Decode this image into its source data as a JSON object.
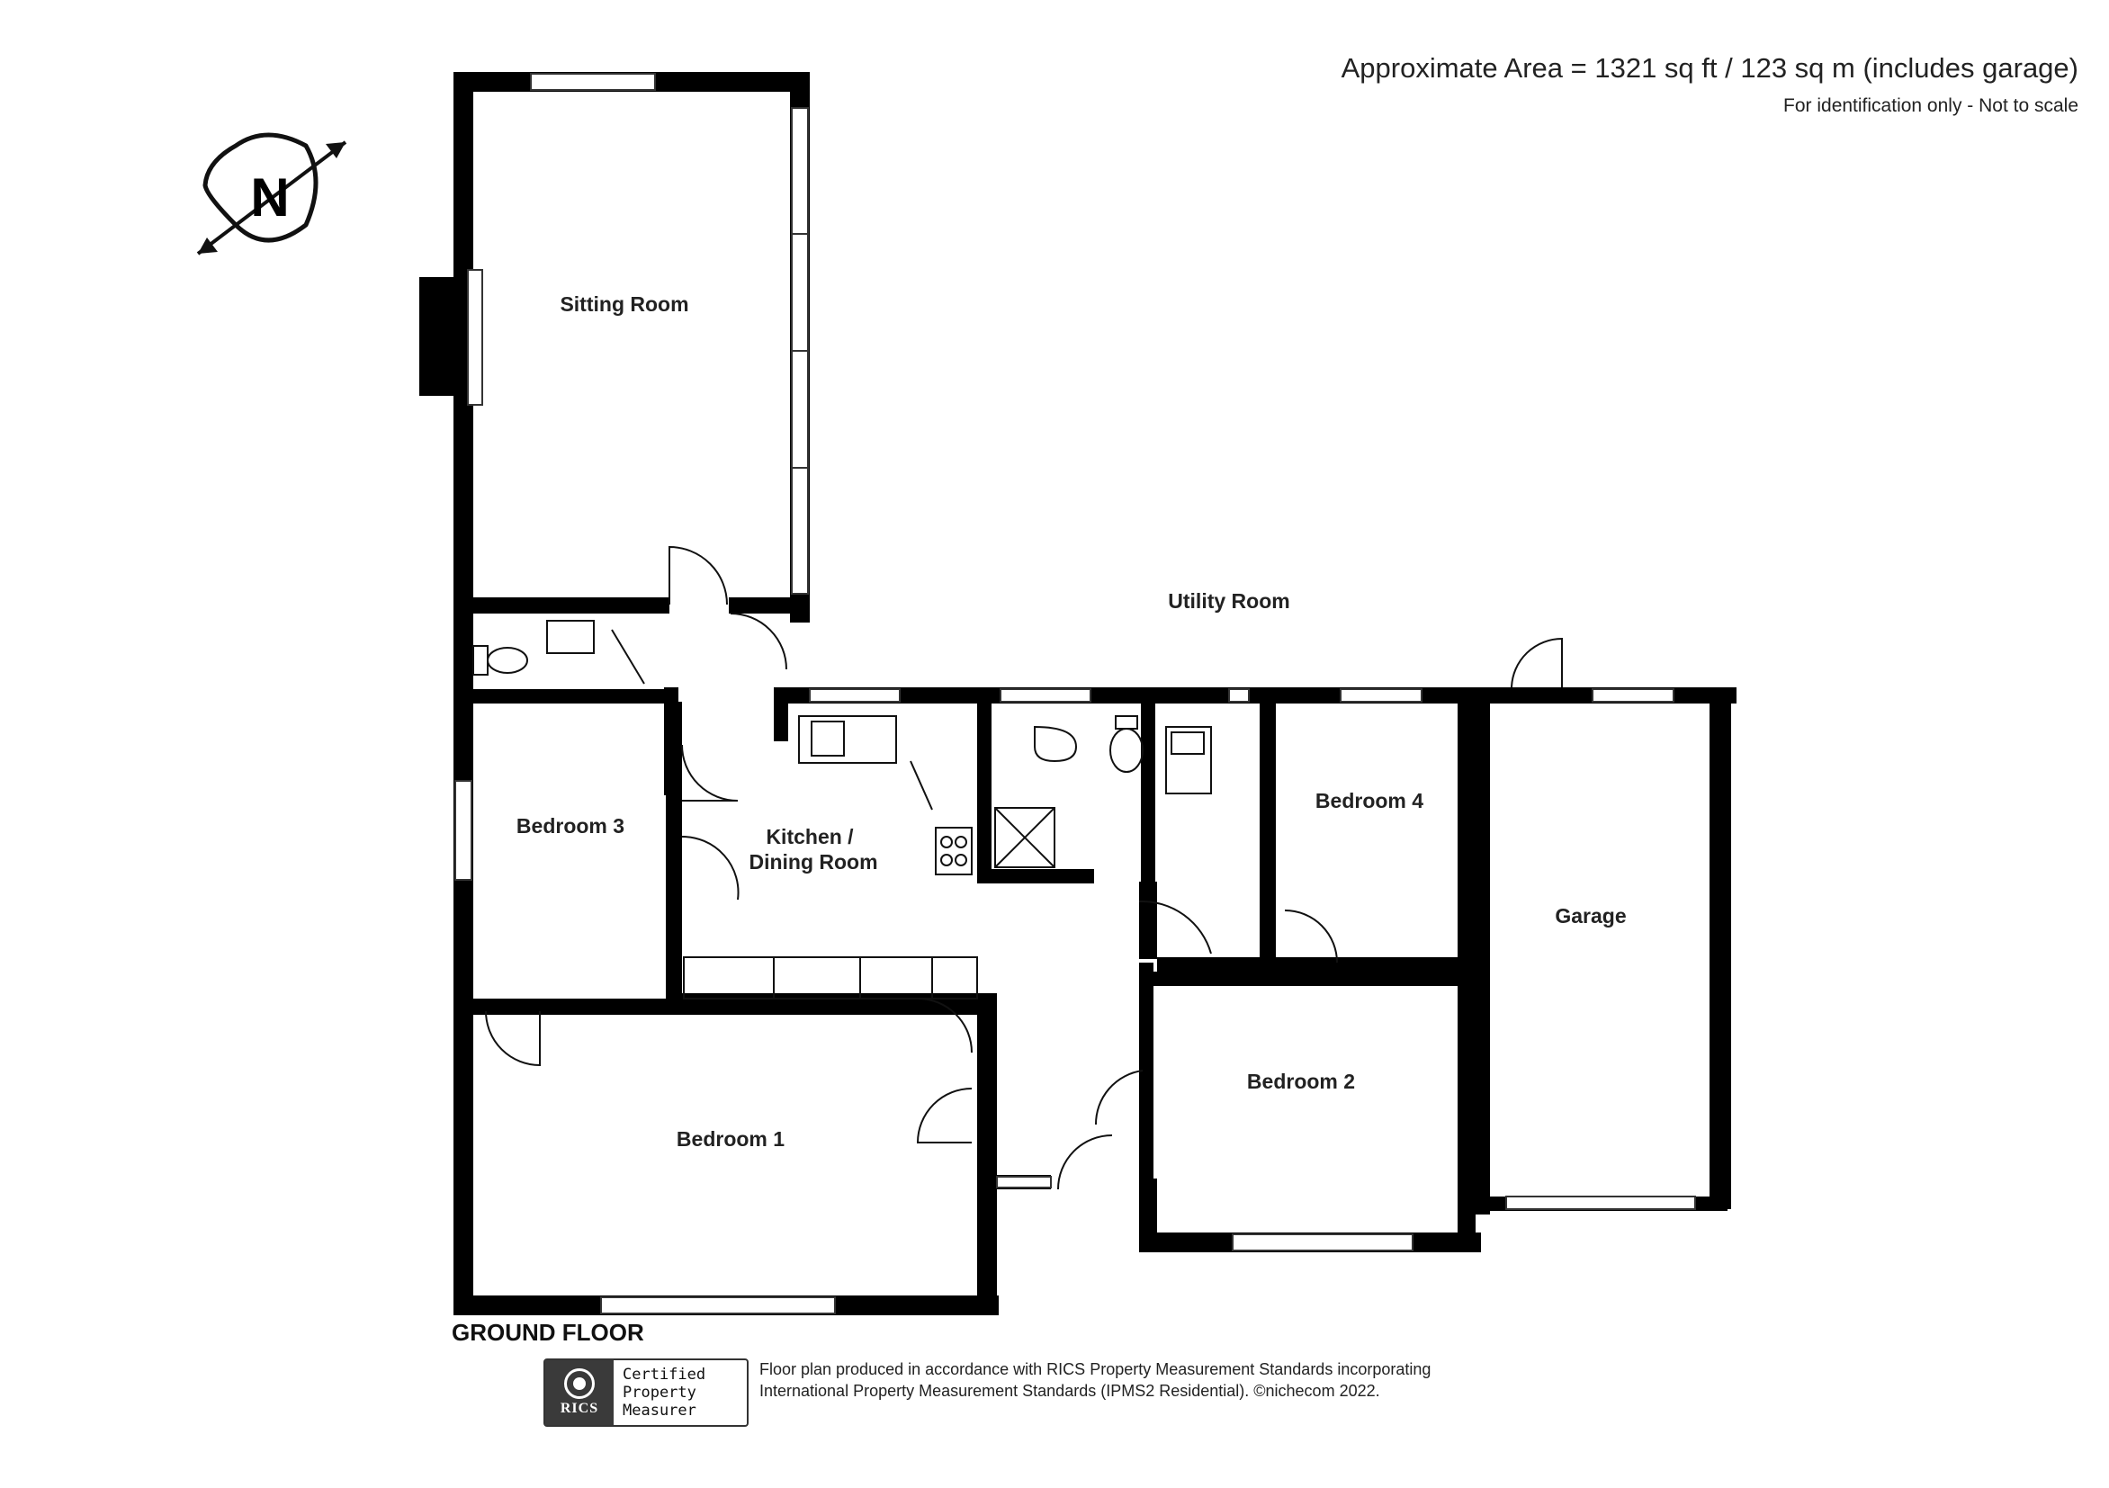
{
  "header": {
    "area": "Approximate Area = 1321 sq ft / 123 sq m (includes garage)",
    "note": "For identification only - Not to scale"
  },
  "compass": {
    "letter": "N",
    "icon": "north-compass-icon"
  },
  "rooms": {
    "sitting_room": "Sitting Room",
    "utility_room": "Utility Room",
    "bedroom_3": "Bedroom 3",
    "kitchen_line1": "Kitchen /",
    "kitchen_line2": "Dining Room",
    "bedroom_4": "Bedroom 4",
    "garage": "Garage",
    "bedroom_2": "Bedroom 2",
    "bedroom_1": "Bedroom 1"
  },
  "floor_title": "GROUND FLOOR",
  "badge": {
    "logo_text": "RICS",
    "line1": "Certified",
    "line2": "Property",
    "line3": "Measurer"
  },
  "credit": {
    "line1": "Floor plan produced in accordance with RICS Property Measurement Standards incorporating",
    "line2": "International Property Measurement Standards (IPMS2 Residential).  ©nichecom 2022."
  }
}
